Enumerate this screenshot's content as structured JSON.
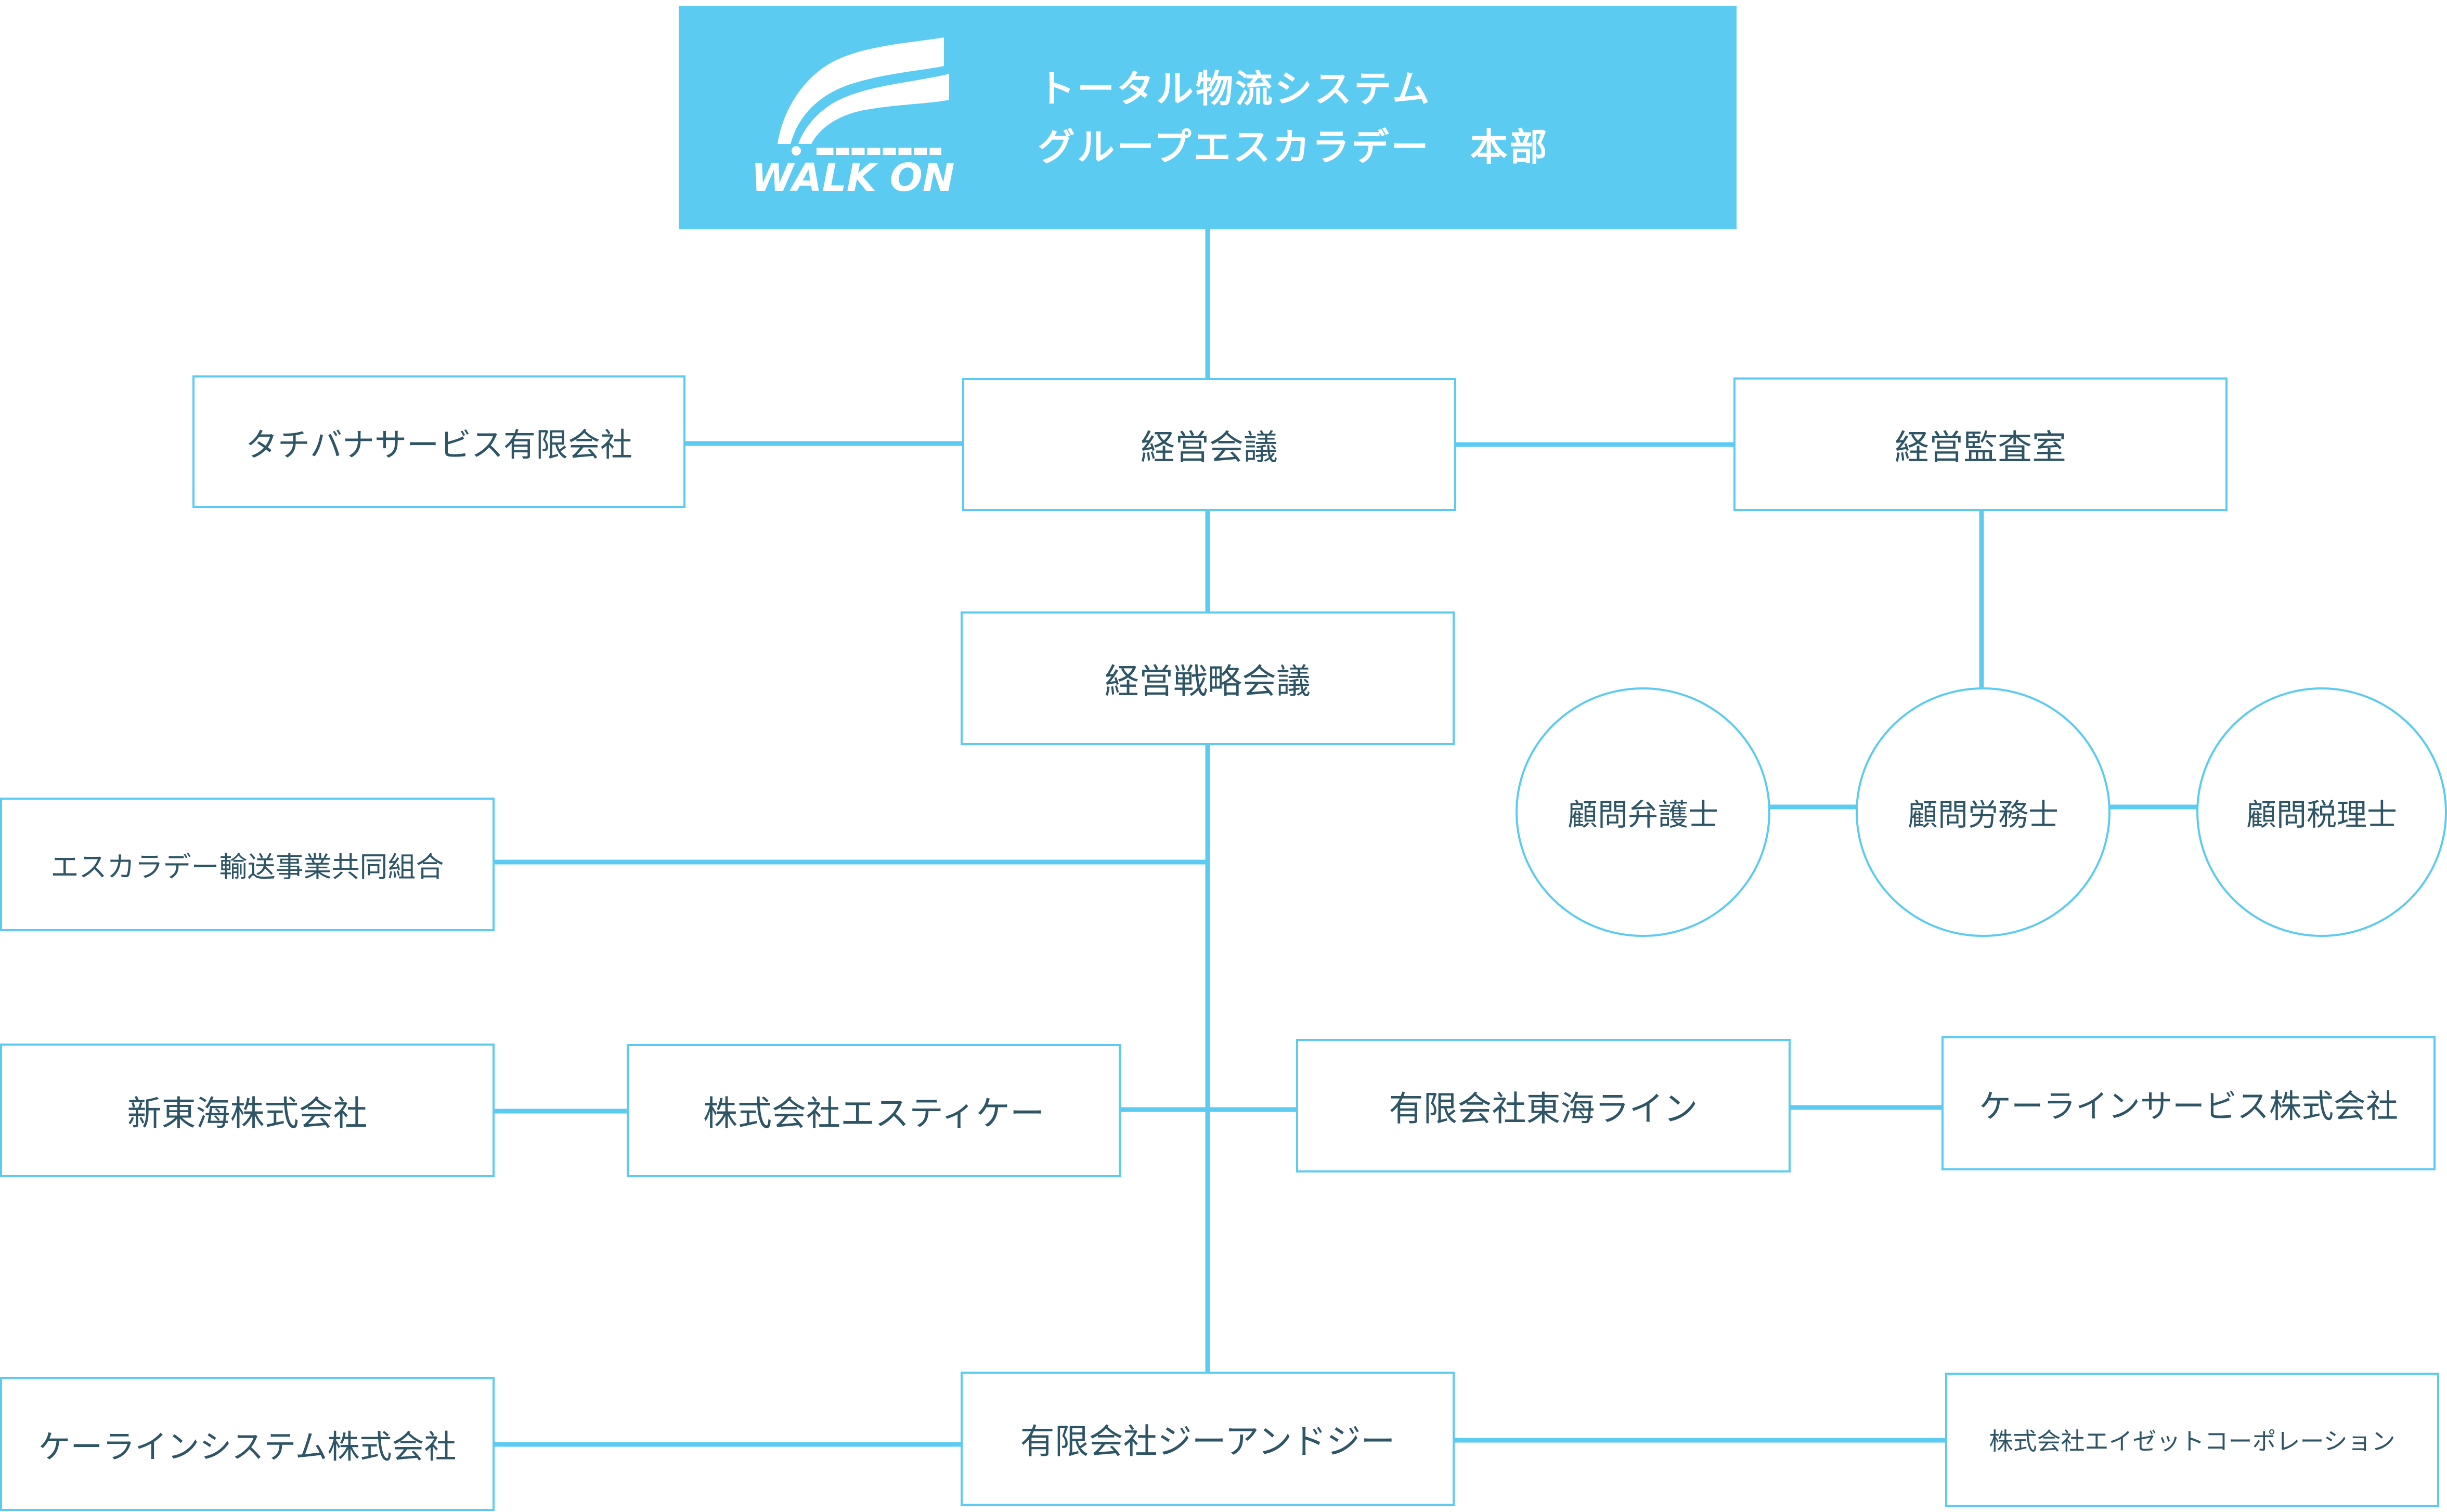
{
  "header": {
    "title_line1": "トータル物流システム",
    "title_line2": "グループエスカラデー　本部",
    "logo_text": "WALK ON"
  },
  "nodes": {
    "tachibana": "タチバナサービス有限会社",
    "keiei_kaigi": "経営会議",
    "kansa": "経営監査室",
    "senryaku": "経営戦略会議",
    "bengoshi": "顧問弁護士",
    "roumushi": "顧問労務士",
    "zeirishi": "顧問税理士",
    "kumiai": "エスカラデー輸送事業共同組合",
    "shintokai": "新東海株式会社",
    "stk": "株式会社エスティケー",
    "tokai_line": "有限会社東海ライン",
    "k_line_service": "ケーラインサービス株式会社",
    "k_line_system": "ケーラインシステム株式会社",
    "g_and_g": "有限会社ジーアンドジー",
    "h_z": "株式会社エイゼットコーポレーション"
  },
  "colors": {
    "accent": "#5ccbf2",
    "text": "#2e5566",
    "header_text": "#ffffff"
  }
}
